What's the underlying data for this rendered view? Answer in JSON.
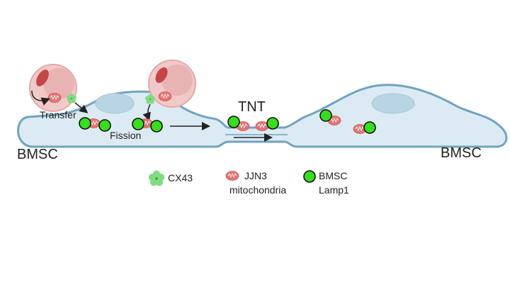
{
  "labels": {
    "transfer": "Transfer",
    "fission": "Fission",
    "tnt": "TNT",
    "bmsc_left": "BMSC",
    "bmsc_right": "BMSC"
  },
  "legend": {
    "cx43": "CX43",
    "mito_line1": "JJN3",
    "mito_line2": "mitochondria",
    "lamp_line1": "BMSC",
    "lamp_line2": "Lamp1"
  },
  "colors": {
    "cell_fill": "#dcebf3",
    "cell_stroke": "#6fa3c4",
    "nucleus_fill": "#b9d4e2",
    "myeloma_fill": "#f2c9c9",
    "myeloma_inner": "#e4a9aa",
    "mito_fill": "#e57373",
    "lamp_fill": "#33e01a",
    "cx43_fill": "#7fdc7f"
  }
}
